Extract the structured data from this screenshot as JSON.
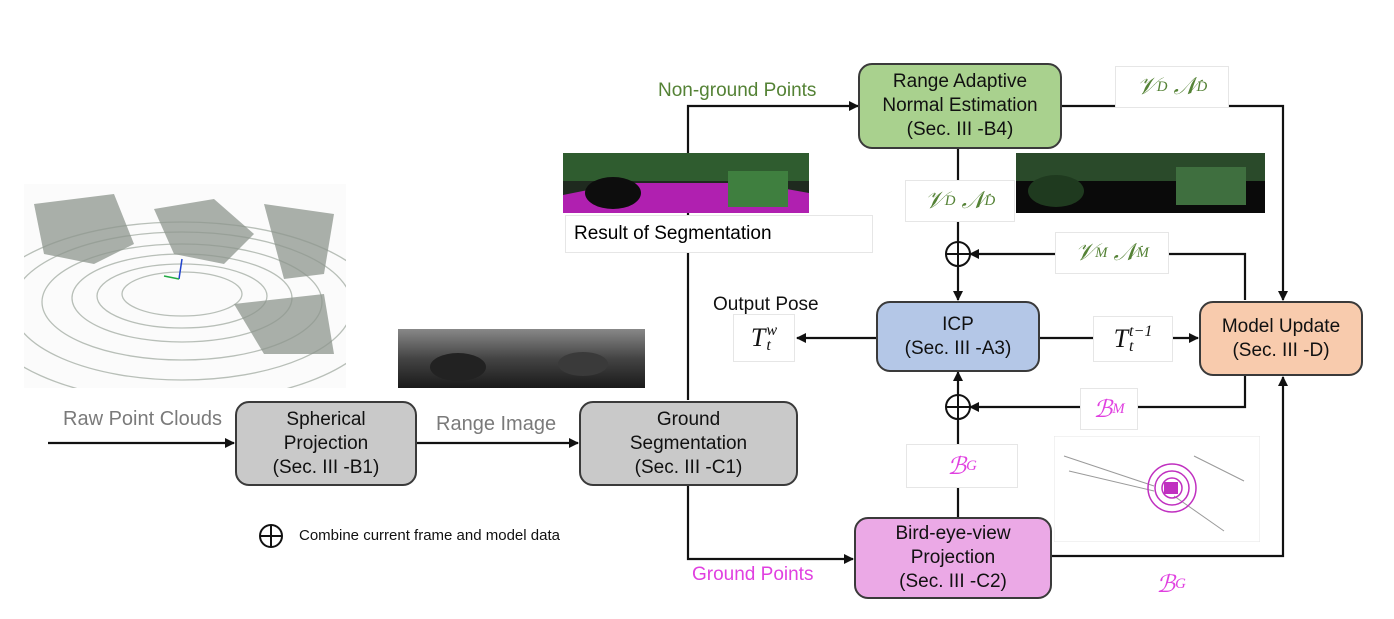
{
  "boxes": {
    "spherical": {
      "line1": "Spherical",
      "line2": "Projection",
      "line3": "(Sec. III -B1)"
    },
    "ground_seg": {
      "line1": "Ground",
      "line2": "Segmentation",
      "line3": "(Sec. III -C1)"
    },
    "range_adaptive": {
      "line1": "Range Adaptive",
      "line2": "Normal Estimation",
      "line3": "(Sec. III -B4)"
    },
    "icp": {
      "line1": "ICP",
      "line2": "(Sec. III -A3)"
    },
    "model_update": {
      "line1": "Model Update",
      "line2": "(Sec. III -D)"
    },
    "bev": {
      "line1": "Bird-eye-view",
      "line2": "Projection",
      "line3": "(Sec. III -C2)"
    }
  },
  "labels": {
    "raw_point_clouds": "Raw Point Clouds",
    "range_image": "Range Image",
    "non_ground_points": "Non-ground Points",
    "ground_points": "Ground Points",
    "output_pose": "Output Pose",
    "result_of_segmentation": "Result of Segmentation",
    "legend": "Combine current frame and model data"
  },
  "math": {
    "VD": "𝒱",
    "VD_sub": "D",
    "ND": "𝒩",
    "ND_sub": "D",
    "VM_sub": "M",
    "NM_sub": "M",
    "B": "ℬ",
    "BM_sub": "M",
    "BG_sub": "G",
    "T": "T",
    "Tw_sub": "t",
    "Tw_sup": "w",
    "Tt_sub": "t",
    "Tt_sup": "t−1"
  },
  "colors": {
    "gray_box": "#c9c9c9",
    "green_box": "#a9d18e",
    "blue_box": "#b4c7e7",
    "orange_box": "#f8cbad",
    "pink_box": "#eba9e6",
    "green_text": "#548235",
    "pink_text": "#e040e0",
    "gray_text": "#7a7a7a"
  },
  "icons": {
    "combine": "circled-plus"
  }
}
